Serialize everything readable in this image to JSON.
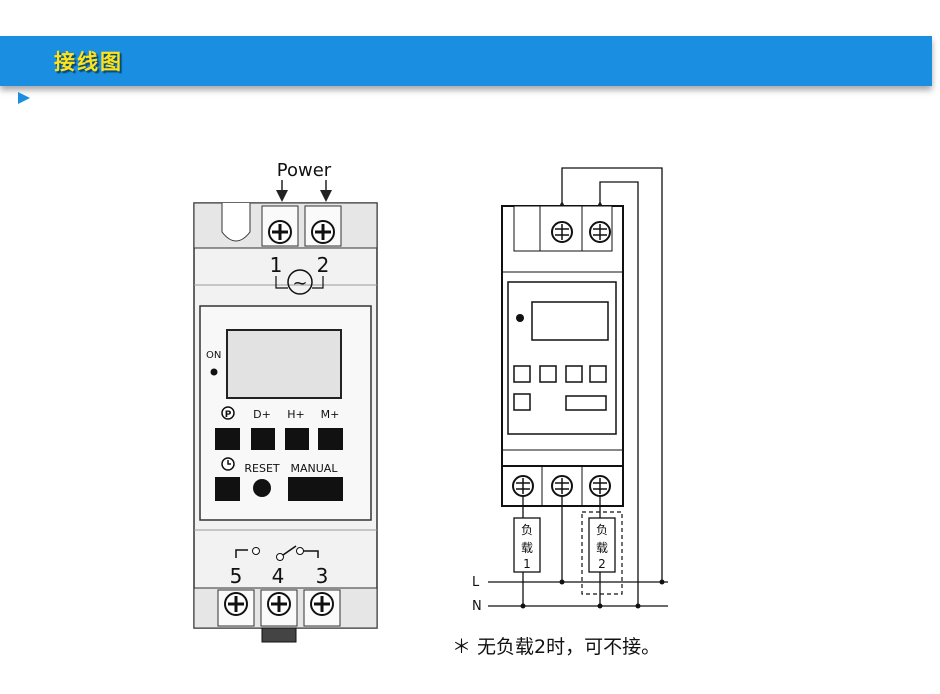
{
  "header": {
    "title": "接线图",
    "accent_color": "#1a8ee0",
    "title_color": "#ffe21a"
  },
  "left_device": {
    "power_label": "Power",
    "terminal_top_numbers": [
      "1",
      "2"
    ],
    "ac_symbol": "~",
    "on_label": "ON",
    "button_labels_row1": [
      "D+",
      "H+",
      "M+"
    ],
    "program_icon": "P",
    "reset_label": "RESET",
    "manual_label": "MANUAL",
    "terminal_bottom_numbers": [
      "5",
      "4",
      "3"
    ]
  },
  "right_diagram": {
    "load1_label": "负载",
    "load1_number": "1",
    "load2_label": "负载",
    "load2_number": "2",
    "line_labels": [
      "L",
      "N"
    ]
  },
  "footnote": "＊ 无负载2时，可不接。"
}
